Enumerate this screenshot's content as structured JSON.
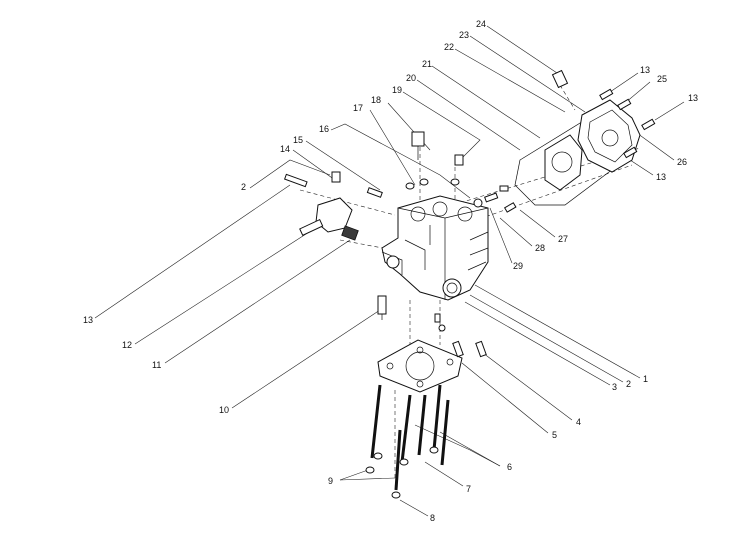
{
  "diagram": {
    "callouts": {
      "c24": "24",
      "c23": "23",
      "c22": "22",
      "c21": "21",
      "c20": "20",
      "c19": "19",
      "c18": "18",
      "c17": "17",
      "c16": "16",
      "c15": "15",
      "c14": "14",
      "c2a": "2",
      "c13a": "13",
      "c25": "25",
      "c13b": "13",
      "c26": "26",
      "c13c": "13",
      "c27": "27",
      "c28": "28",
      "c29": "29",
      "c13d": "13",
      "c12": "12",
      "c11": "11",
      "c10": "10",
      "c1": "1",
      "c2b": "2",
      "c3": "3",
      "c4": "4",
      "c5": "5",
      "c6": "6",
      "c7": "7",
      "c9": "9",
      "c8": "8"
    }
  }
}
